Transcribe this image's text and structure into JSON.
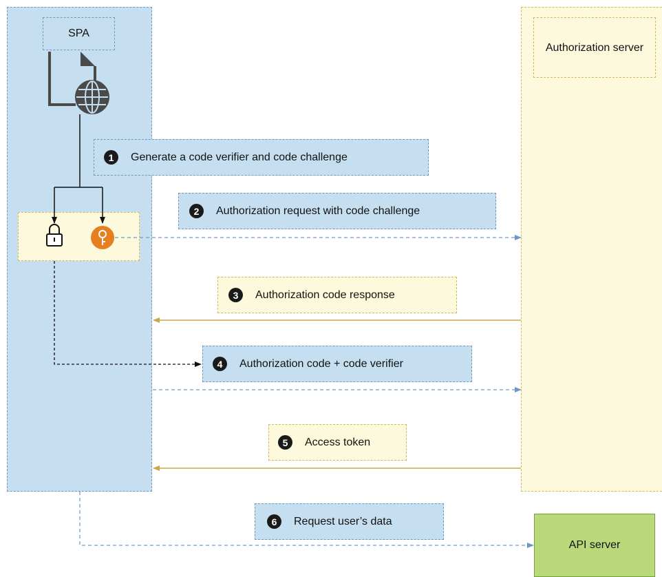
{
  "columns": {
    "spa_label": "SPA",
    "auth_label": "Authorization server"
  },
  "steps": [
    {
      "number": "1",
      "label": "Generate a code verifier and code challenge"
    },
    {
      "number": "2",
      "label": "Authorization request with code challenge"
    },
    {
      "number": "3",
      "label": "Authorization code response"
    },
    {
      "number": "4",
      "label": "Authorization code + code verifier"
    },
    {
      "number": "5",
      "label": "Access token"
    },
    {
      "number": "6",
      "label": "Request user’s data"
    }
  ],
  "api_server_label": "API server",
  "icons": {
    "spa": "web-document-globe-icon",
    "verifier": "padlock-icon",
    "challenge": "key-icon"
  },
  "colors": {
    "spa_fill": "#c5dff0",
    "spa_border": "#6f98c4",
    "auth_fill": "#fdf9dc",
    "auth_border": "#d6b85a",
    "api_fill": "#b9d97a",
    "key_orange": "#e67e22",
    "request_arrow": "#6f98c4",
    "response_arrow": "#c9a84a"
  }
}
